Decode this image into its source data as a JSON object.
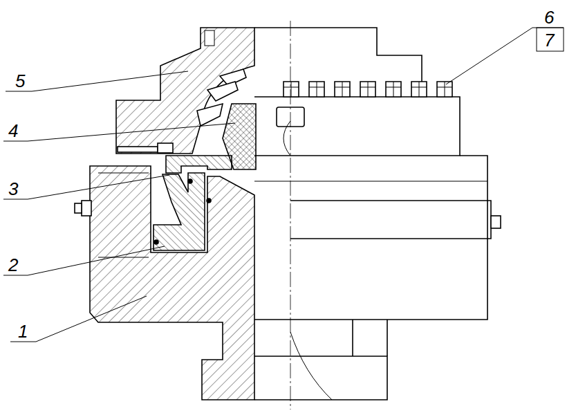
{
  "diagram": {
    "labels": [
      "6",
      "7",
      "5",
      "4",
      "3",
      "2",
      "1"
    ]
  }
}
